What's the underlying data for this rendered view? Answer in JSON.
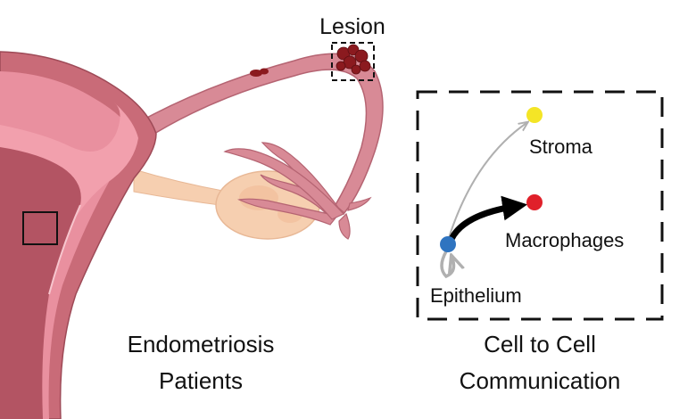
{
  "labels": {
    "lesion": "Lesion",
    "patients_line1": "Endometriosis",
    "patients_line2": "Patients",
    "comm_line1": "Cell to Cell",
    "comm_line2": "Communication"
  },
  "cells": {
    "stroma": {
      "label": "Stroma",
      "color": "#f4e526"
    },
    "macrophages": {
      "label": "Macrophages",
      "color": "#e0202a"
    },
    "epithelium": {
      "label": "Epithelium",
      "color": "#2f74c0"
    }
  },
  "colors": {
    "uterus_outer": "#c96b78",
    "uterus_inner": "#f2a0ad",
    "uterus_dark": "#9e4a57",
    "tube": "#d88a96",
    "ovary": "#f6cfb0",
    "lesion": "#8b1a1f",
    "arrow_strong": "#000000",
    "arrow_weak": "#b0b0b0"
  }
}
